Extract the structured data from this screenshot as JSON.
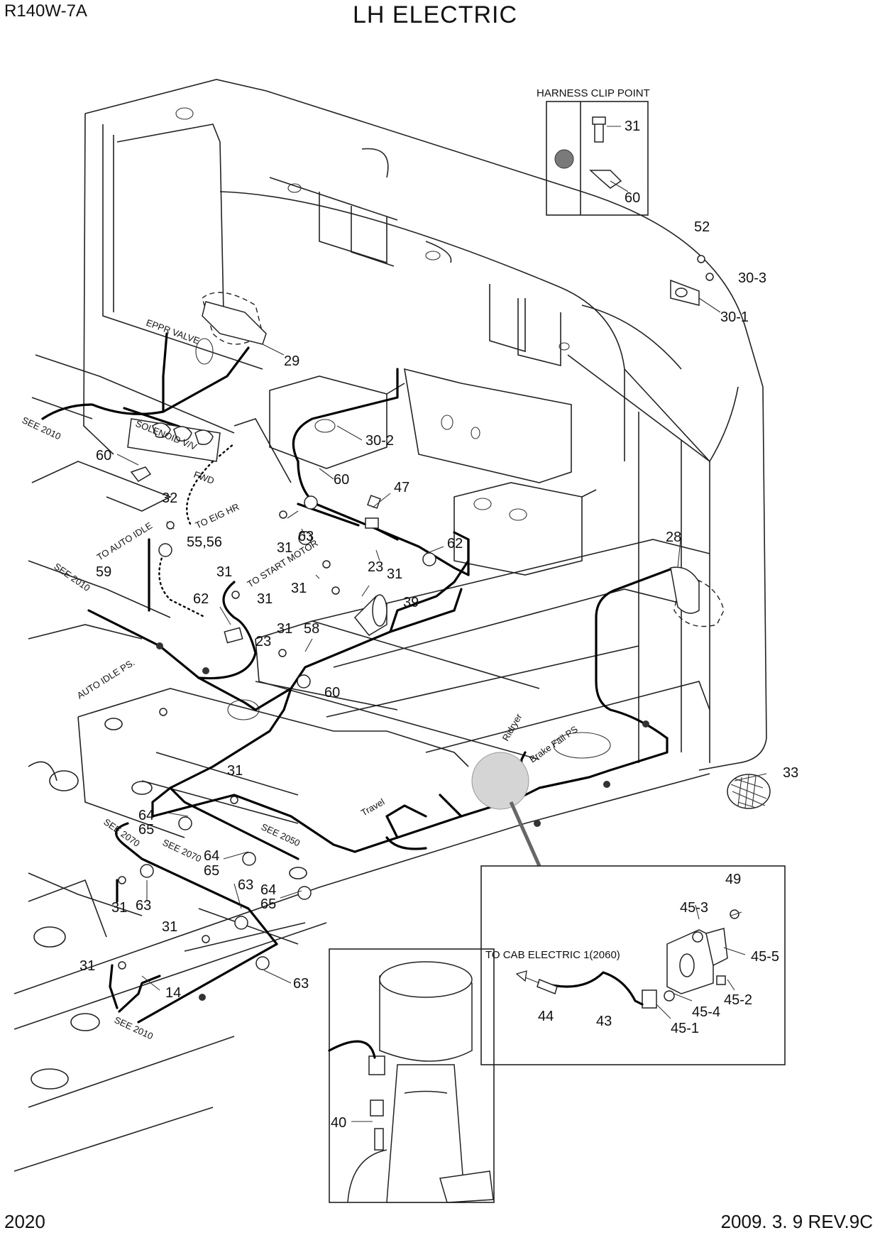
{
  "header": {
    "model": "R140W-7A",
    "title": "LH ELECTRIC"
  },
  "footer": {
    "page_number": "2020",
    "revision": "2009. 3. 9  REV.9C"
  },
  "insets": {
    "harness_clip": {
      "title": "HARNESS CLIP POINT",
      "labels": [
        "31",
        "60"
      ]
    },
    "cab_detail": {
      "note": "TO CAB ELECTRIC 1(2060)",
      "labels": [
        "49",
        "45-3",
        "45-5",
        "45-2",
        "45-4",
        "45-1",
        "44",
        "43"
      ]
    },
    "sensor_detail": {
      "labels": [
        "40"
      ]
    }
  },
  "notes": {
    "eppr_valve": "EPPR VALVE",
    "solenoid_v": "SOLENOID V/V",
    "fwd": "FWD",
    "to_eig_hr": "TO EIG HR",
    "to_auto_idle": "TO AUTO IDLE",
    "to_start_motor": "TO START MOTOR",
    "auto_idle_ps": "AUTO IDLE PS.",
    "ridryer": "Ridryer",
    "brake_fail_ps": "Brake Fail PS",
    "travel": "Travel",
    "see_2010_a": "SEE 2010",
    "see_2010_b": "SEE 2010",
    "see_2010_c": "SEE 2010",
    "see_2070_a": "SEE 2070",
    "see_2070_b": "SEE 2070",
    "see_2050": "SEE 2050"
  },
  "callouts": {
    "c29": "29",
    "c30_2": "30-2",
    "c60_a": "60",
    "c60_b": "60",
    "c60_c": "60",
    "c47": "47",
    "c32": "32",
    "c55_56": "55,56",
    "c59": "59",
    "c31_a": "31",
    "c63_a": "63",
    "c31_b": "31",
    "c62_a": "62",
    "c23_a": "23",
    "c31_c": "31",
    "c31_d": "31",
    "c39": "39",
    "c62_b": "62",
    "c31_e": "31",
    "c23_b": "23",
    "c31_f": "31",
    "c58": "58",
    "c52": "52",
    "c30_3": "30-3",
    "c30_1": "30-1",
    "c28": "28",
    "c33": "33",
    "c31_g": "31",
    "c64_a": "64",
    "c65_a": "65",
    "c64_b": "64",
    "c65_b": "65",
    "c63_b": "63",
    "c64_c": "64",
    "c65_c": "65",
    "c31_h": "31",
    "c63_c": "63",
    "c31_i": "31",
    "c31_j": "31",
    "c14": "14",
    "c63_d": "63"
  }
}
